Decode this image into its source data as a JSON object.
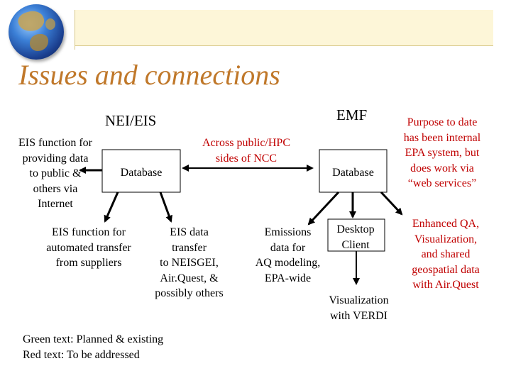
{
  "slide": {
    "title": "Issues and connections",
    "headers": {
      "nei_eis": "NEI/EIS",
      "emf": "EMF"
    },
    "blocks": {
      "eis_public": "EIS function for\nproviding data\nto public &\nothers via\nInternet",
      "database_left": "Database",
      "across": "Across public/HPC\nsides of NCC",
      "database_right": "Database",
      "purpose": "Purpose to date\nhas been internal\nEPA system, but\ndoes work via\n“web services”",
      "eis_automated": "EIS function for\nautomated transfer\nfrom suppliers",
      "eis_data_transfer": "EIS data\ntransfer\nto NEISGEI,\nAir.Quest, &\npossibly others",
      "emissions": "Emissions\ndata for\nAQ modeling,\nEPA-wide",
      "desktop_client": "Desktop\nClient",
      "enhanced": "Enhanced QA,\nVisualization,\nand shared\ngeospatial data\nwith Air.Quest",
      "visualization": "Visualization\nwith VERDI"
    },
    "legend": {
      "green": "Green text: Planned & existing",
      "red": "Red text: To be addressed"
    }
  },
  "colors": {
    "title": "#c0782a",
    "red_text": "#c00000",
    "band": "#fdf6d8"
  },
  "icons": {
    "logo": "globe-icon"
  }
}
